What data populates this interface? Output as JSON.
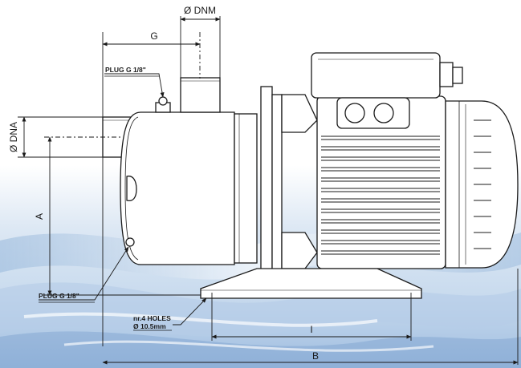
{
  "labels": {
    "dnm": "Ø DNM",
    "g": "G",
    "dna": "Ø DNA",
    "a": "A",
    "i": "I",
    "b": "B",
    "plug_top": "PLUG G 1/8\"",
    "plug_bottom": "PLUG G 1/8\"",
    "holes_line1": "nr.4 HOLES",
    "holes_line2": "Ø 10.5mm"
  },
  "colors": {
    "line": "#1a1a1a",
    "body_fill": "#ffffff",
    "background_top": "#ffffff",
    "background_water": "#c9dbee",
    "background_water_deep": "#8fb2d8"
  }
}
